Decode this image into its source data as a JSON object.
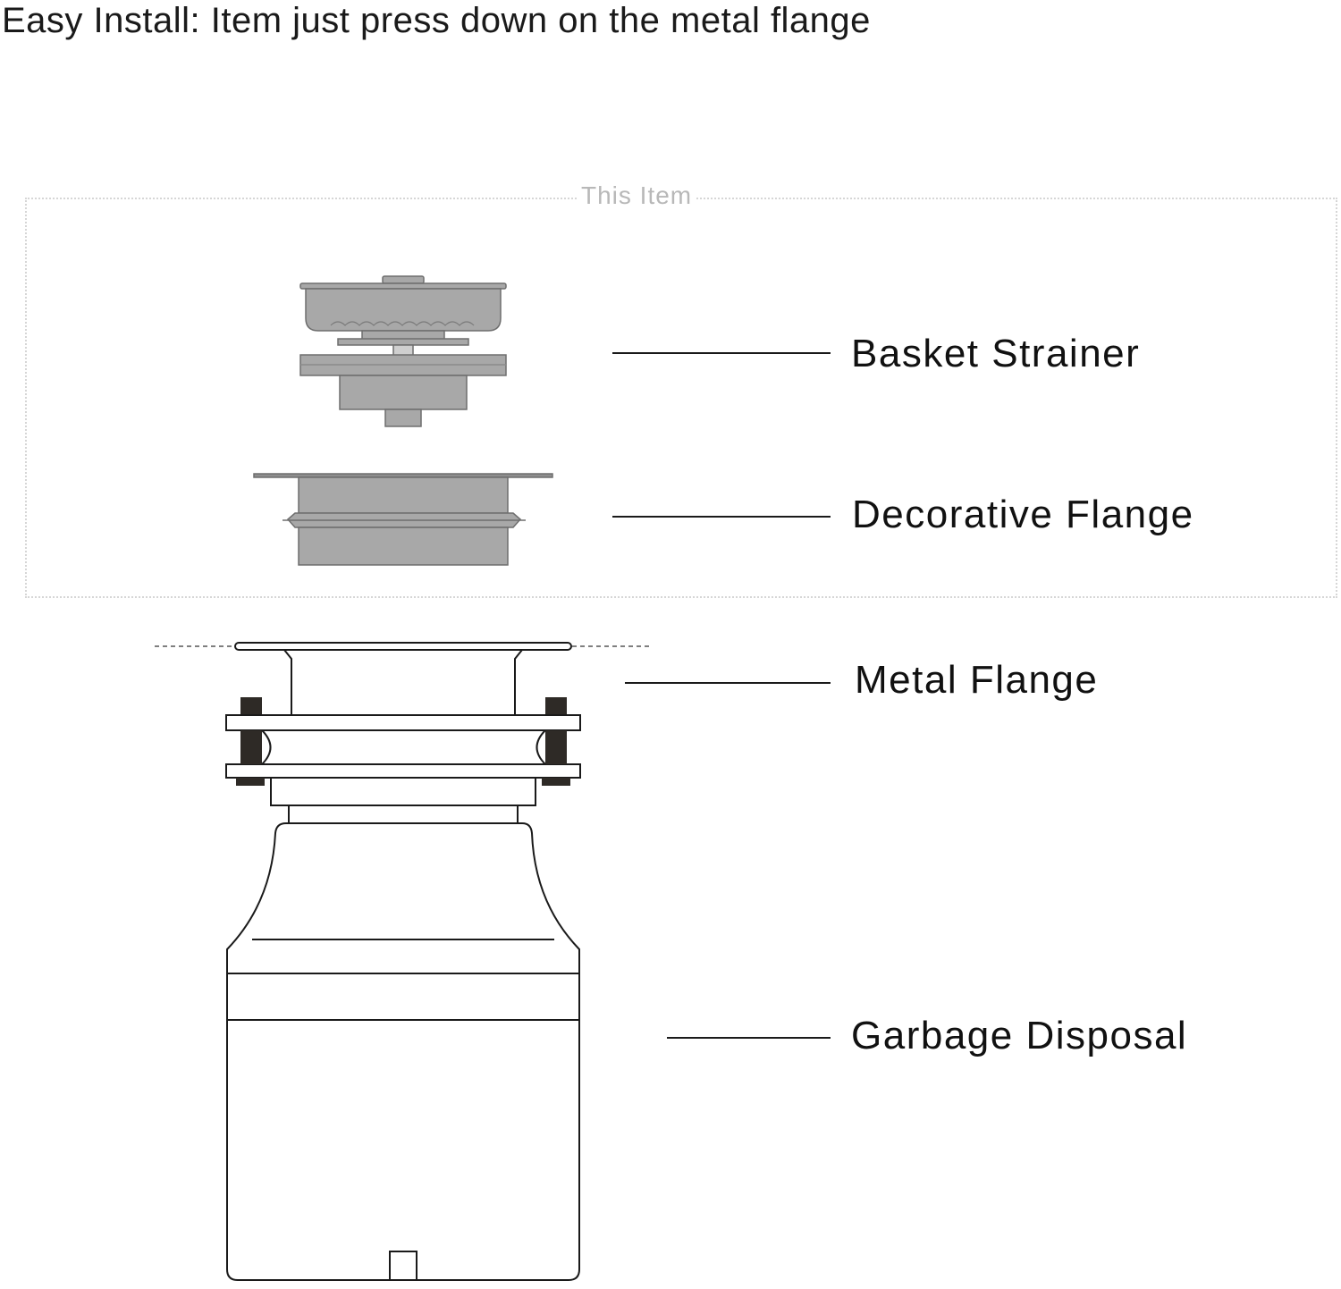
{
  "headline": "Easy Install: Item just press down on the metal flange",
  "item_box": {
    "label": "This Item"
  },
  "parts": {
    "basket_strainer": "Basket Strainer",
    "decorative_flange": "Decorative Flange",
    "metal_flange": "Metal Flange",
    "garbage_disposal": "Garbage Disposal"
  },
  "colors": {
    "component_fill": "#a8a8a8",
    "component_stroke": "#6e6e6e",
    "outline": "#1a1a1a",
    "bolt": "#2e2a26"
  }
}
